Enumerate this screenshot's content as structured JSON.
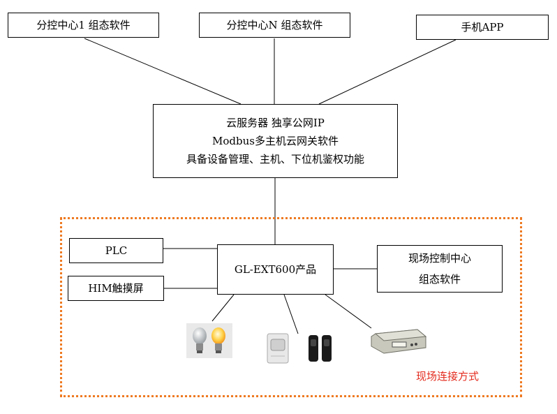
{
  "top_boxes": {
    "sub_center_1": "分控中心1 组态软件",
    "sub_center_n": "分控中心N 组态软件",
    "mobile_app": "手机APP"
  },
  "cloud_server": {
    "line1": "云服务器 独享公网IP",
    "line2": "Modbus多主机云网关软件",
    "line3": "具备设备管理、主机、下位机鉴权功能"
  },
  "site": {
    "plc": "PLC",
    "him": "HIM触摸屏",
    "gateway": "GL-EXT600产品",
    "control_center_line1": "现场控制中心",
    "control_center_line2": "组态软件",
    "label": "现场连接方式"
  },
  "icons": [
    "light-bulbs-icon",
    "pir-sensor-icon",
    "infrared-beam-sensor-icon",
    "control-device-icon"
  ],
  "colors": {
    "dashed_border": "#ee7a22",
    "site_label": "#e32a1d"
  }
}
